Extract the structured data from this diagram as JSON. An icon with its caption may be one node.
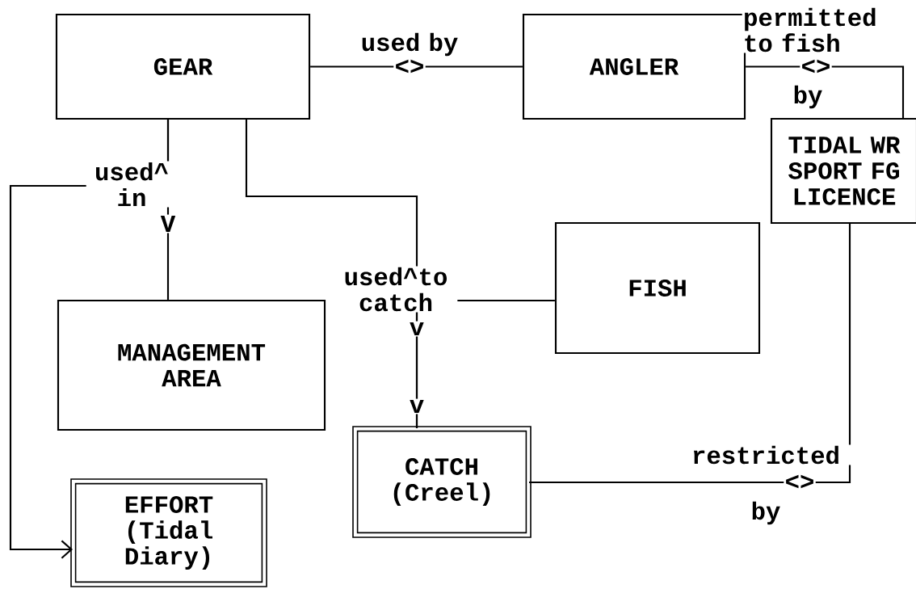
{
  "diagram": {
    "nodes": [
      {
        "text": [
          "GEAR"
        ]
      },
      {
        "text": [
          "ANGLER"
        ]
      },
      {
        "text": [
          "TIDAL WR SPORT FG LICENCE"
        ]
      },
      {
        "text": [
          "FISH"
        ]
      },
      {
        "text": [
          "MANAGEMENT AREA"
        ]
      },
      {
        "text": [
          "CATCH (Creel)"
        ]
      },
      {
        "text": [
          "EFFORT (Tidal Diary)"
        ]
      }
    ],
    "edges": [
      {
        "from": 0,
        "to": 1,
        "arrow": "none",
        "label": "used by"
      },
      {
        "from": 1,
        "to": 2,
        "arrow": "none",
        "label": "permitted to fish"
      },
      {
        "from": 0,
        "to": 4,
        "arrow": "none",
        "label": "used^ in"
      },
      {
        "from": 0,
        "to": 5,
        "arrow": "none",
        "label": "used^to catch"
      },
      {
        "from": 3,
        "to": 5,
        "arrow": "none"
      },
      {
        "from": 2,
        "to": 5,
        "arrow": "none",
        "label": "restricted"
      },
      {
        "from": 0,
        "to": 6,
        "arrow": "to"
      }
    ],
    "labels": [
      "<>",
      "<>",
      "by",
      "V",
      "v",
      "v",
      "<>",
      "by"
    ]
  }
}
